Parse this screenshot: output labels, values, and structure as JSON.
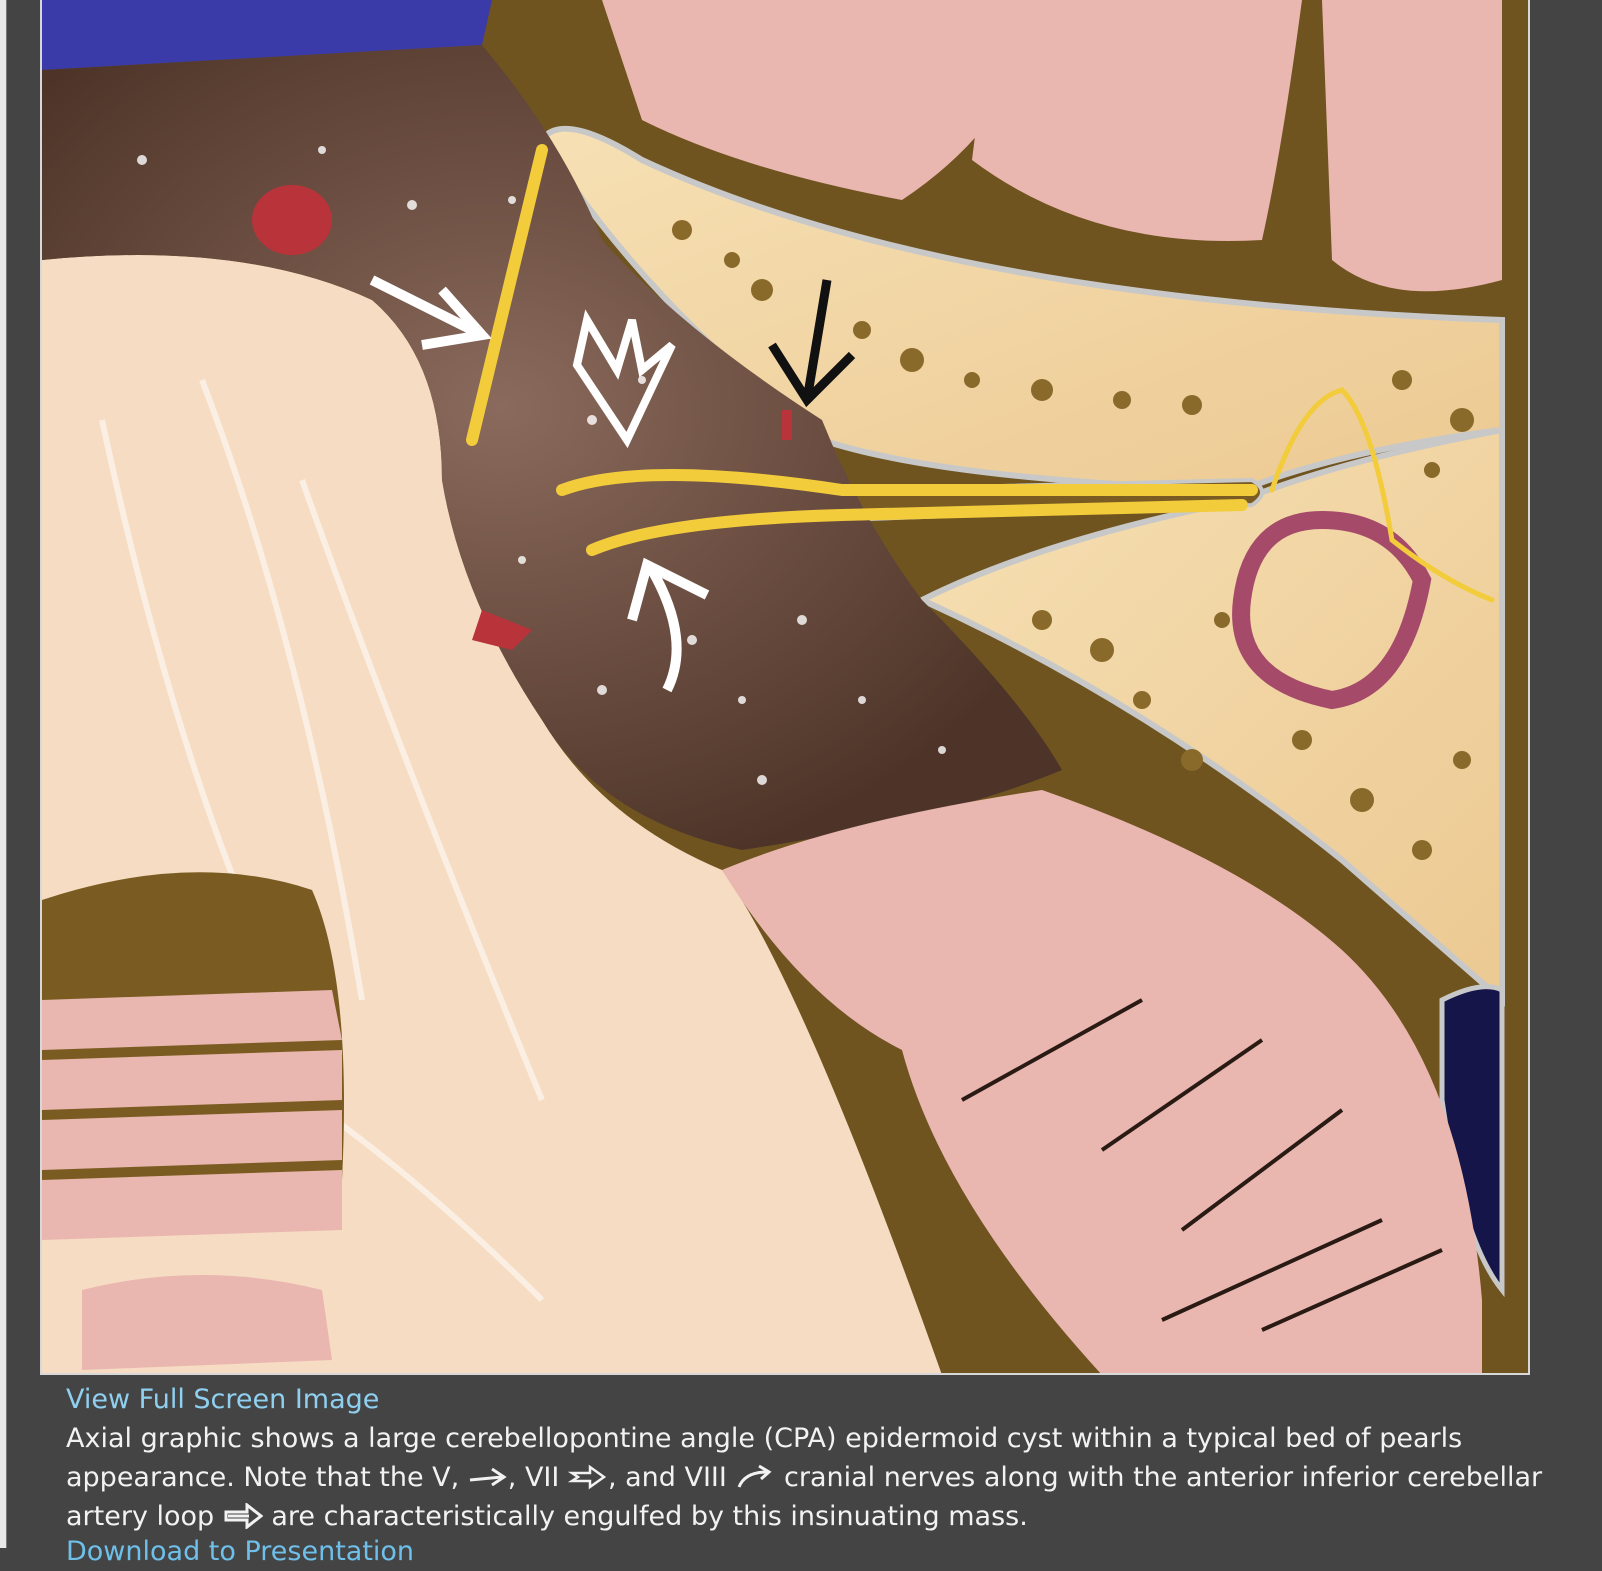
{
  "figure": {
    "alt": "Axial graphic of cerebellopontine angle epidermoid cyst",
    "colors": {
      "brainstem": "#f6dcc2",
      "cyst": "#6a4a3e",
      "bone": "#f1d7a4",
      "cerebellum": "#eab6b0",
      "csf": "#7a5c22",
      "nerve": "#f2cc3a",
      "artery": "#b8333a",
      "vein": "#2a3aa0",
      "sinus": "#15154a"
    }
  },
  "caption": {
    "link_label": "View Full Screen Image",
    "part1": "Axial graphic shows a large cerebellopontine angle (CPA) epidermoid cyst within a typical bed of pearls appearance. Note that the V, ",
    "part2": ", VII ",
    "part3": ", and VIII ",
    "part4": " cranial nerves along with the anterior inferior cerebellar artery loop ",
    "part5": " are characteristically engulfed by this insinuating mass.",
    "next_link": "Download to Presentation"
  }
}
